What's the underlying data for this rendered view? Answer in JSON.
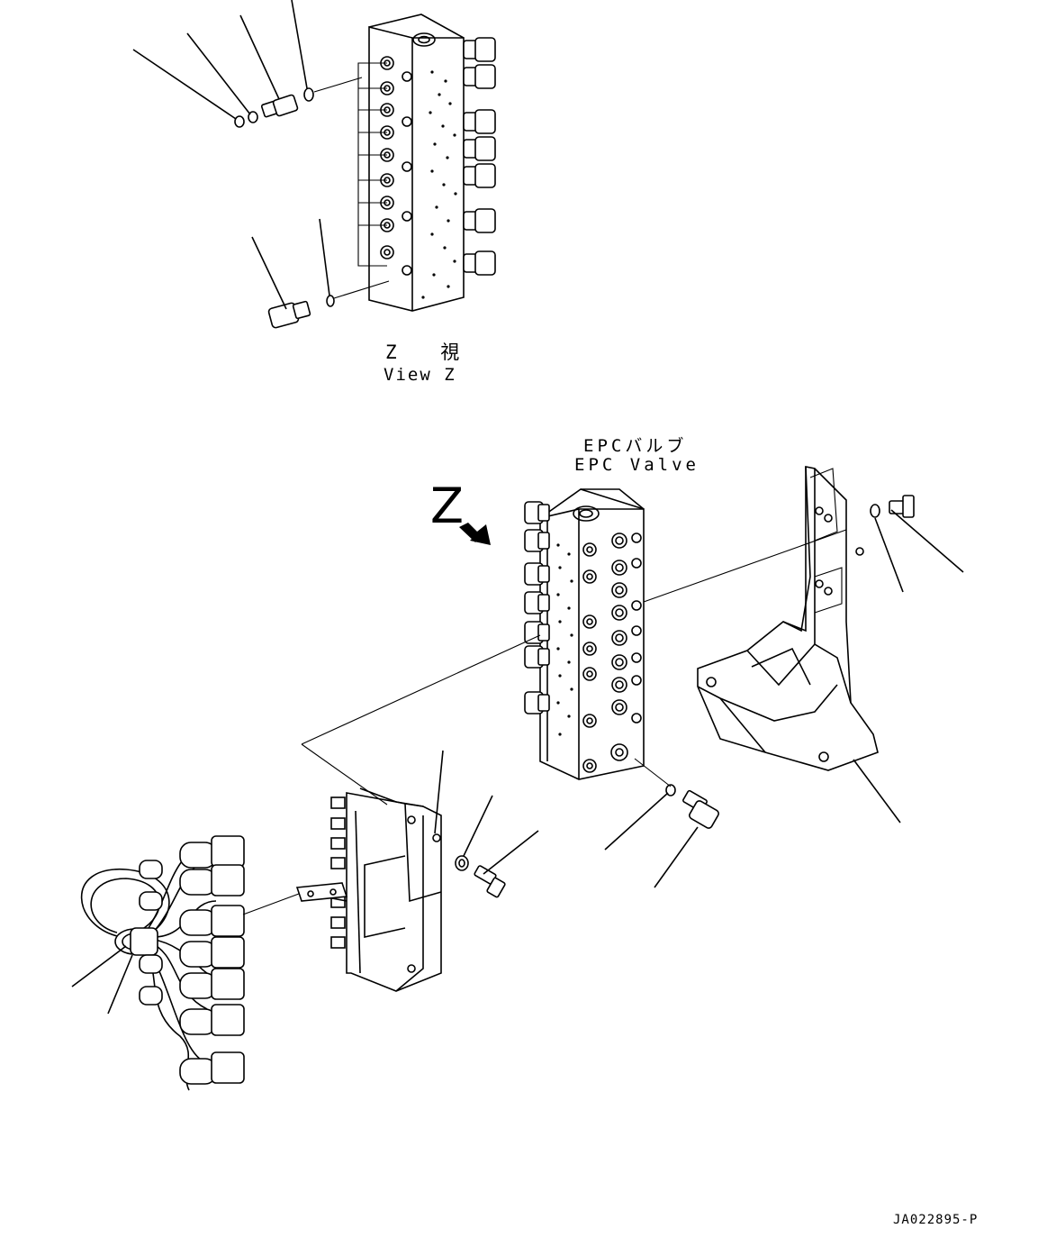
{
  "labels": {
    "view_z_jp": "Z 視",
    "view_z_en": "View Z",
    "epc_jp": "EPCバルブ",
    "epc_en": "EPC Valve",
    "view_arrow": "Z",
    "drawing_number": "JA022895-P"
  },
  "icons": {
    "view_arrow": "arrow-down-right-icon"
  }
}
